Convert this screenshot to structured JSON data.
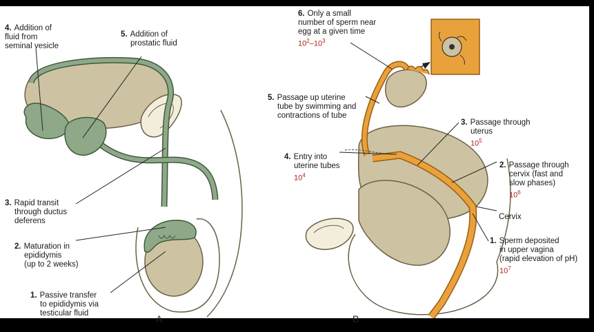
{
  "panel_a": {
    "panel_label": "A",
    "steps": [
      {
        "num": "4.",
        "lines": [
          "Addition of",
          "fluid from",
          "seminal vesicle"
        ]
      },
      {
        "num": "5.",
        "lines": [
          "Addition of",
          "prostatic fluid"
        ]
      },
      {
        "num": "3.",
        "lines": [
          "Rapid transit",
          "through ductus",
          "deferens"
        ]
      },
      {
        "num": "2.",
        "lines": [
          "Maturation in",
          "epididymis",
          "(up to 2 weeks)"
        ]
      },
      {
        "num": "1.",
        "lines": [
          "Passive transfer",
          "to epididymis via",
          "testicular fluid"
        ]
      }
    ]
  },
  "panel_b": {
    "panel_label": "B",
    "steps": [
      {
        "num": "6.",
        "lines": [
          "Only a small",
          "number of sperm near",
          "egg at a given time"
        ],
        "value_base": "10",
        "value_exp": "2",
        "value_sep": "–",
        "value_base2": "10",
        "value_exp2": "3"
      },
      {
        "num": "5.",
        "lines": [
          "Passage up uterine",
          "tube by swimming and",
          "contractions of tube"
        ]
      },
      {
        "num": "3.",
        "lines": [
          "Passage through",
          "uterus"
        ],
        "value_base": "10",
        "value_exp": "5"
      },
      {
        "num": "4.",
        "lines": [
          "Entry into",
          "uterine tubes"
        ],
        "value_base": "10",
        "value_exp": "4"
      },
      {
        "num": "2.",
        "lines": [
          "Passage through",
          "cervix (fast and",
          "slow phases)"
        ],
        "value_base": "10",
        "value_exp": "6"
      },
      {
        "num": "1.",
        "lines": [
          "Sperm deposited",
          "in upper vagina",
          "(rapid elevation of pH)"
        ],
        "value_base": "10",
        "value_exp": "7"
      }
    ],
    "cervix_label": "Cervix"
  },
  "colors": {
    "male_duct": "#8fa888",
    "male_duct_stroke": "#3d5a3b",
    "tissue": "#cdc3a2",
    "tissue_stroke": "#6b5f45",
    "female_tract": "#e9a23b",
    "female_stroke": "#9a5b0f",
    "value_text": "#b0201c"
  }
}
